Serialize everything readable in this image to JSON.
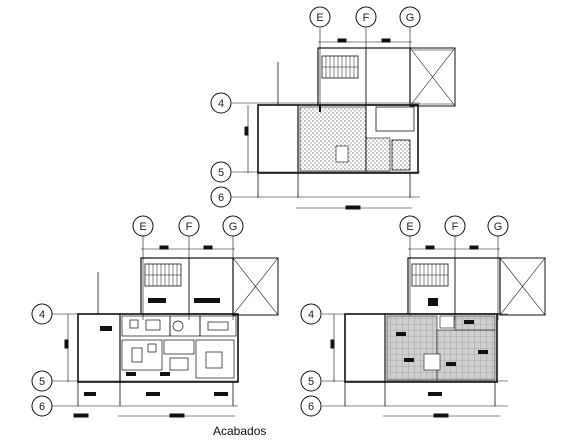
{
  "caption": "Acabados",
  "grid_labels": {
    "columns": [
      "E",
      "F",
      "G"
    ],
    "rows": [
      "4",
      "5",
      "6"
    ]
  },
  "plans": [
    {
      "id": "top",
      "variant": "hatched"
    },
    {
      "id": "bottom-left",
      "variant": "furnished"
    },
    {
      "id": "bottom-right",
      "variant": "finishes"
    }
  ],
  "colors": {
    "line": "#111111",
    "hatch": "#9a9a9a",
    "tile": "#bdbdbd"
  }
}
